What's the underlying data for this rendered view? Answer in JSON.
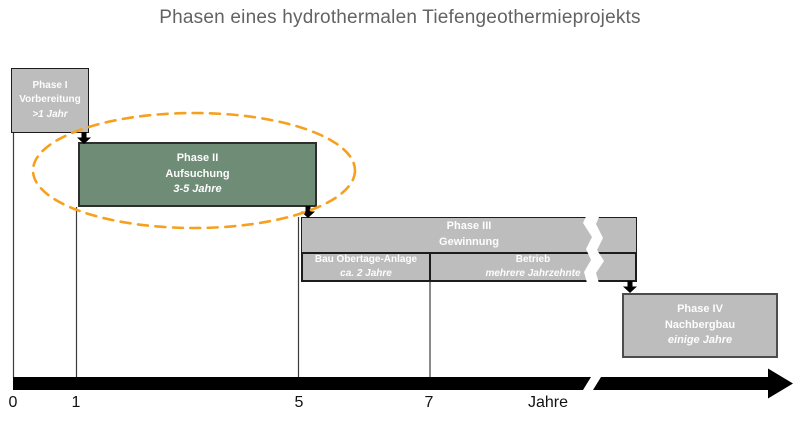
{
  "title": "Phasen eines hydrothermalen Tiefengeothermieprojekts",
  "phases": {
    "phase1": {
      "name": "Phase I",
      "activity": "Vorbereitung",
      "duration": ">1 Jahr"
    },
    "phase2": {
      "name": "Phase II",
      "activity": "Aufsuchung",
      "duration": "3-5 Jahre"
    },
    "phase3": {
      "name": "Phase III",
      "activity": "Gewinnung",
      "sub_construction": {
        "activity": "Bau Obertage-Anlage",
        "duration": "ca. 2 Jahre"
      },
      "sub_operation": {
        "activity": "Betrieb",
        "duration": "mehrere Jahrzehnte"
      }
    },
    "phase4": {
      "name": "Phase IV",
      "activity": "Nachbergbau",
      "duration": "einige Jahre"
    }
  },
  "axis": {
    "tick_labels": [
      "0",
      "1",
      "5",
      "7"
    ],
    "unit_label": "Jahre",
    "phase_start_ticks": {
      "phase1": "0",
      "phase2": "1",
      "phase3": "5",
      "betrieb": "7"
    }
  },
  "annotations": {
    "highlight_ellipse_target": "Phase II"
  },
  "colors": {
    "phase_gray": "#bdbdbd",
    "phase2_green": "#6f8c77",
    "highlight_orange": "#F7A01E",
    "axis_black": "#000000",
    "title_gray": "#636363",
    "box_text_white": "#fdfdfd"
  }
}
